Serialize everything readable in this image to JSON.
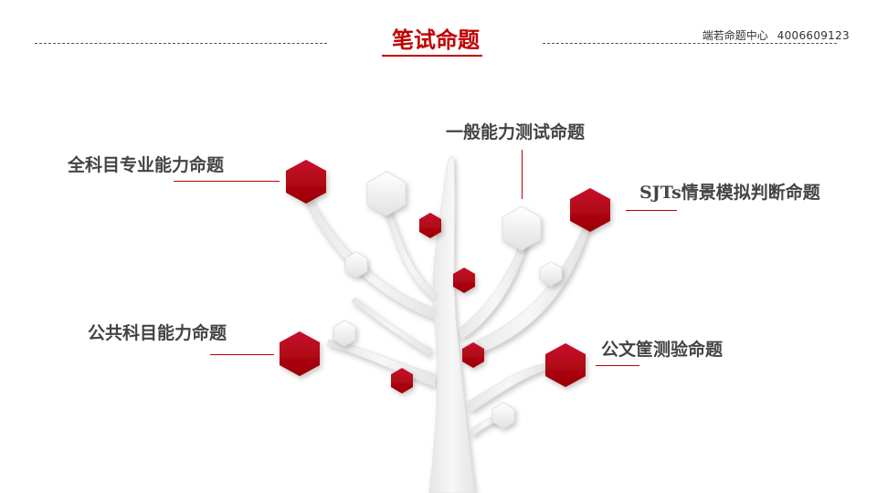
{
  "header": {
    "title": "笔试命题",
    "brand": "端若命题中心",
    "phone": "4006609123"
  },
  "branches": [
    {
      "label": "全科目专业能力命题"
    },
    {
      "label": "一般能力测试命题"
    },
    {
      "label": "SJTs情景模拟判断命题"
    },
    {
      "label": "公共科目能力命题"
    },
    {
      "label": "公文筐测验命题"
    }
  ],
  "colors": {
    "accent": "#c00000",
    "tree": "#eeeeee",
    "text": "#444444"
  }
}
